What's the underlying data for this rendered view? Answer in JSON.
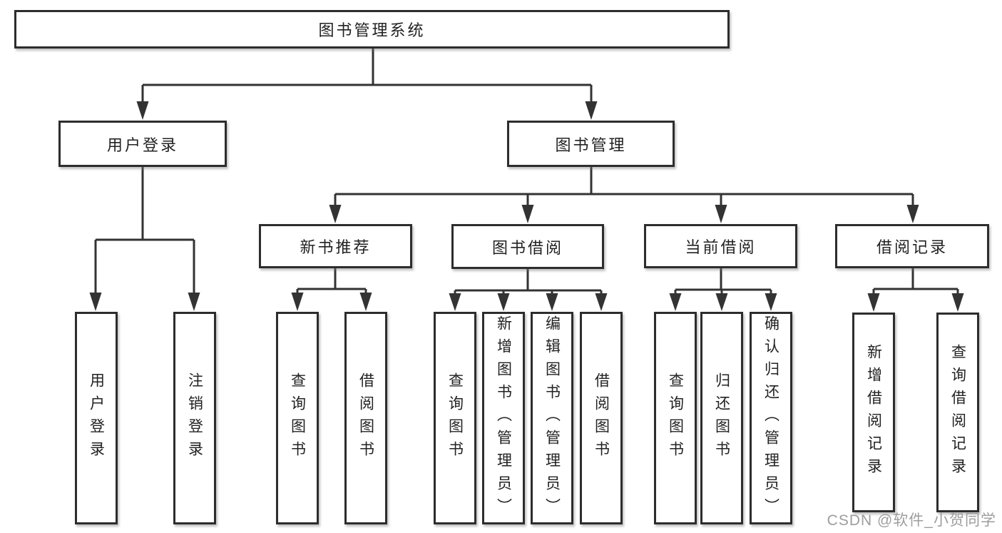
{
  "diagram": {
    "type": "hierarchy",
    "colors": {
      "line": "#333333",
      "box_border": "#2d2d2d",
      "text": "#222222",
      "watermark": "#9d9d9d",
      "background": "#ffffff"
    },
    "nodes": {
      "root": {
        "label": "图书管理系统"
      },
      "userLogin": {
        "label": "用户登录",
        "children": [
          {
            "label": "用户登录"
          },
          {
            "label": "注销登录"
          }
        ]
      },
      "bookMgmt": {
        "label": "图书管理",
        "children": [
          {
            "label": "新书推荐",
            "children": [
              {
                "label": "查询图书"
              },
              {
                "label": "借阅图书"
              }
            ]
          },
          {
            "label": "图书借阅",
            "children": [
              {
                "label": "查询图书"
              },
              {
                "label": "新增图书（管理员）"
              },
              {
                "label": "编辑图书（管理员）"
              },
              {
                "label": "借阅图书"
              }
            ]
          },
          {
            "label": "当前借阅",
            "children": [
              {
                "label": "查询图书"
              },
              {
                "label": "归还图书"
              },
              {
                "label": "确认归还（管理员）"
              }
            ]
          },
          {
            "label": "借阅记录",
            "children": [
              {
                "label": "新增借阅记录"
              },
              {
                "label": "查询借阅记录"
              }
            ]
          }
        ]
      }
    },
    "watermark": {
      "text": "CSDN @软件_小贺同学"
    }
  }
}
